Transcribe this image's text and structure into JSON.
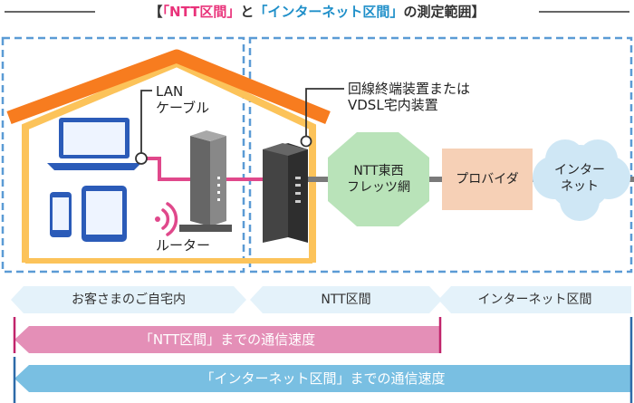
{
  "title": {
    "bracket_open": "【",
    "part1": "「NTT区間」",
    "and": "と",
    "part2": "「インターネット区間」",
    "suffix": "の測定範囲",
    "bracket_close": "】"
  },
  "labels": {
    "lan_line1": "LAN",
    "lan_line2": "ケーブル",
    "router": "ルーター",
    "onu_line1": "回線終端装置または",
    "onu_line2": "VDSL宅内装置",
    "ntt_line1": "NTT東西",
    "ntt_line2": "フレッツ網",
    "provider": "プロバイダ",
    "internet_line1": "インター",
    "internet_line2": "ネット"
  },
  "sections": {
    "customer": "お客さまのご自宅内",
    "ntt": "NTT区間",
    "internet": "インターネット区間"
  },
  "speeds": {
    "ntt": "「NTT区間」までの通信速度",
    "internet": "「インターネット区間」までの通信速度"
  },
  "colors": {
    "roof": "#f77c1f",
    "house": "#fcc35a",
    "dashed": "#5b9bd5",
    "cable": "#e0488b",
    "ntt_net": "#b9e3b9",
    "provider": "#f6d0b6",
    "cloud": "#cfe7f5",
    "section_bg": "#e4f2fa",
    "ntt_speed": "#e48fb7",
    "internet_speed": "#79bfe2",
    "divider": "#c1246b"
  }
}
